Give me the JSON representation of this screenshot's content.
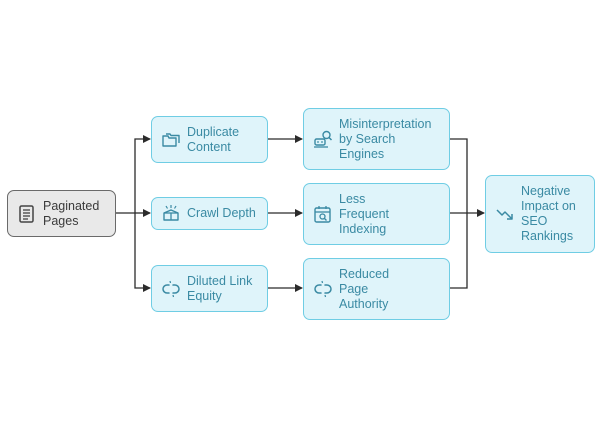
{
  "diagram": {
    "root": {
      "label": "Paginated\nPages",
      "icon": "document-icon"
    },
    "issues": [
      {
        "label": "Duplicate\nContent",
        "icon": "folders-icon"
      },
      {
        "label": "Crawl Depth",
        "icon": "box-icon"
      },
      {
        "label": "Diluted Link\nEquity",
        "icon": "broken-link-icon"
      }
    ],
    "effects": [
      {
        "label": "Misinterpretation\nby Search\nEngines",
        "icon": "search-robot-icon"
      },
      {
        "label": "Less\nFrequent\nIndexing",
        "icon": "calendar-search-icon"
      },
      {
        "label": "Reduced\nPage\nAuthority",
        "icon": "broken-link-icon"
      }
    ],
    "outcome": {
      "label": "Negative\nImpact on\nSEO\nRankings",
      "icon": "trend-down-icon"
    },
    "colors": {
      "node_fill": "#dff4fa",
      "node_border": "#6fcde4",
      "node_text": "#3a8aa3",
      "root_fill": "#e9e9e9",
      "root_border": "#6a6a6a",
      "connector": "#2b2b2b"
    }
  }
}
